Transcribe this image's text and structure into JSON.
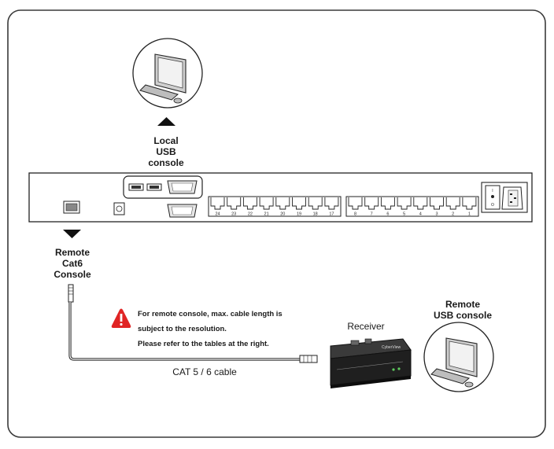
{
  "labels": {
    "local_line1": "Local",
    "local_line2": "USB",
    "local_line3": "console",
    "remote_cat6_line1": "Remote",
    "remote_cat6_line2": "Cat6",
    "remote_cat6_line3": "Console",
    "remote_usb_line1": "Remote",
    "remote_usb_line2": "USB console",
    "receiver": "Receiver",
    "cable": "CAT 5 / 6 cable"
  },
  "warning": {
    "line1": "For remote console, max. cable length is",
    "line2": "subject to the resolution.",
    "line3": "Please refer to the tables at the right.",
    "icon": "warning-icon"
  },
  "ports": {
    "left_group": [
      "24",
      "23",
      "22",
      "21",
      "20",
      "19",
      "18",
      "17"
    ],
    "right_group": [
      "8",
      "7",
      "6",
      "5",
      "4",
      "3",
      "2",
      "1"
    ]
  },
  "receiver_brand": "CyberView",
  "power_switch_labels": [
    "I",
    "O"
  ],
  "colors": {
    "frame": "#333333",
    "warning_red": "#e02424",
    "receiver_body": "#222222"
  }
}
